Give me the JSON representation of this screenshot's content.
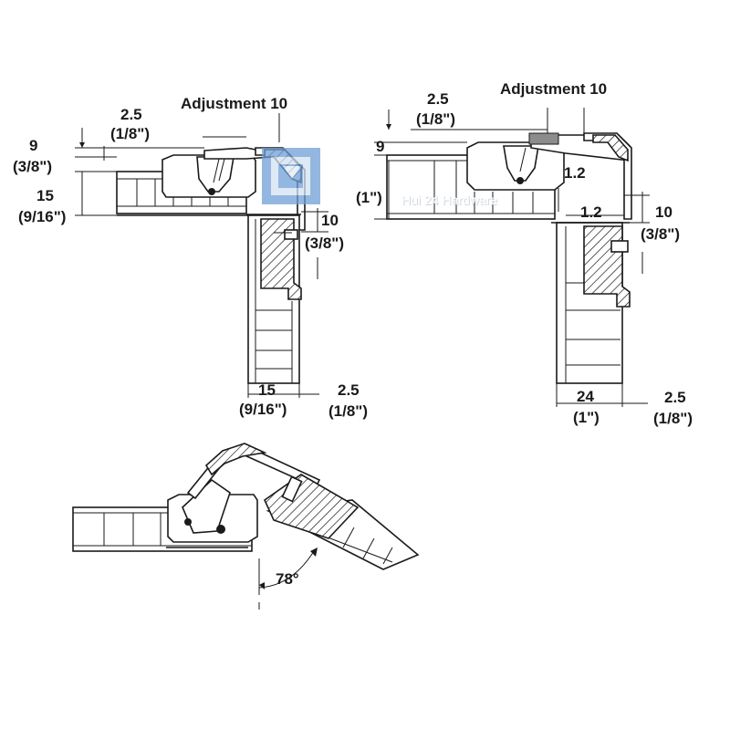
{
  "diagram": {
    "top_left": {
      "adjustment": "Adjustment 10",
      "gap": "2.5",
      "gap_inch": "(1/8\")",
      "height_9": "9",
      "height_9_inch": "(3/8\")",
      "panel_15": "15",
      "panel_15_inch": "(9/16\")",
      "offset_10": "10",
      "offset_10_inch": "(3/8\")",
      "door_15": "15",
      "door_15_inch": "(9/16\")",
      "bottom_gap": "2.5",
      "bottom_gap_inch": "(1/8\")"
    },
    "top_right": {
      "adjustment": "Adjustment 10",
      "gap": "2.5",
      "gap_inch": "(1/8\")",
      "height_9": "9",
      "panel_inch": "(1\")",
      "clearance_a": "1.2",
      "clearance_b": "1.2",
      "offset_10": "10",
      "offset_10_inch": "(3/8\")",
      "door_24": "24",
      "door_24_inch": "(1\")",
      "bottom_gap": "2.5",
      "bottom_gap_inch": "(1/8\")"
    },
    "bottom": {
      "angle": "78°"
    },
    "watermark": {
      "text": "Hui 24 Hardware",
      "logo_icon": "hui24-logo-icon"
    }
  }
}
